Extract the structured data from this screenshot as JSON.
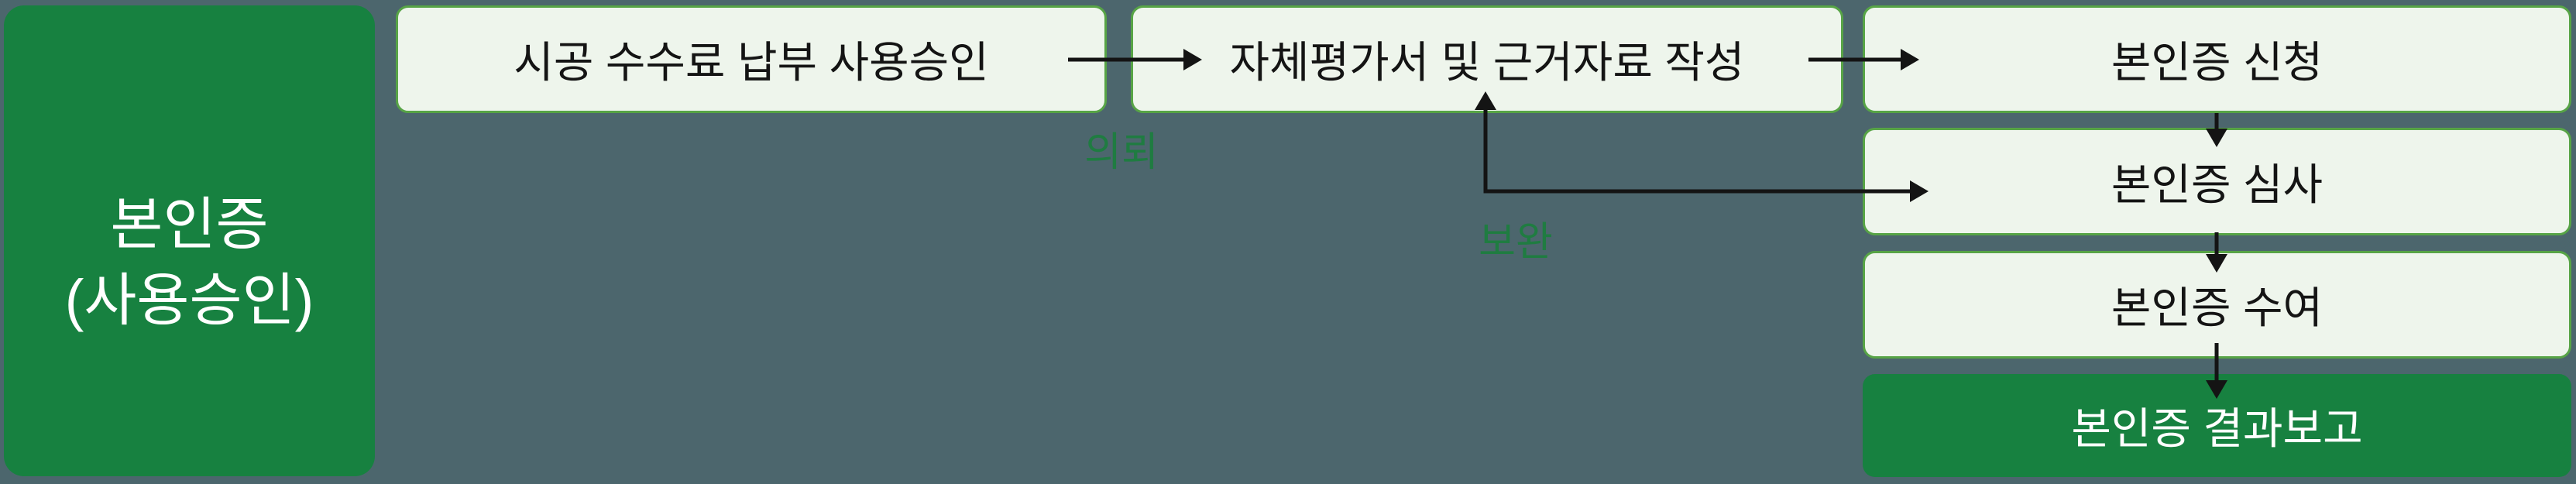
{
  "background_color": "#4C666D",
  "colors": {
    "accent_green": "#178140",
    "light_box_fill": "#EEF5EC",
    "light_box_border": "#57A446",
    "edge_label_green": "#1F7C41",
    "box_text": "#141414",
    "white_text": "#FFFFFF",
    "arrow": "#141414"
  },
  "sidebar": {
    "line1": "본인증",
    "line2": "(사용승인)"
  },
  "flow": {
    "nodes": [
      {
        "label": "시공 수수료 납부 사용승인"
      },
      {
        "label": "자체평가서 및 근거자료 작성"
      },
      {
        "label": "본인증 신청"
      },
      {
        "label": "본인증 심사"
      },
      {
        "label": "본인증 수여"
      },
      {
        "label": "본인증 결과보고"
      }
    ],
    "edge_labels": [
      {
        "text": "의뢰"
      },
      {
        "text": "보완"
      }
    ]
  }
}
